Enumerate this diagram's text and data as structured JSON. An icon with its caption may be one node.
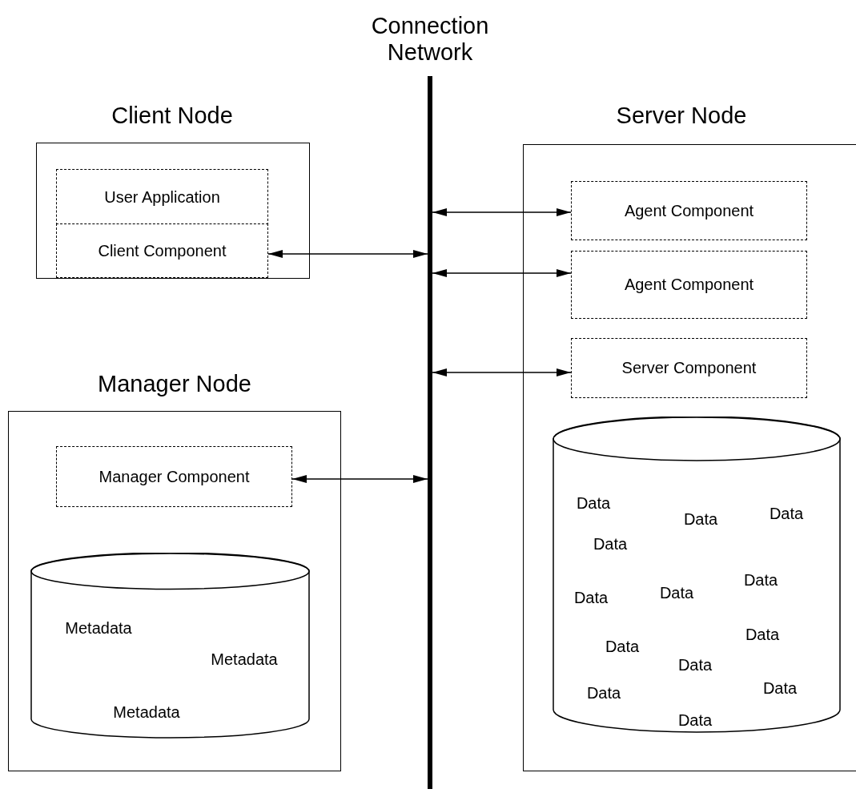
{
  "diagram": {
    "nodes": [
      {
        "text": [
          "Connection Network"
        ]
      },
      {
        "text": [
          "Client Node"
        ]
      },
      {
        "text": [
          "User Application"
        ],
        "in": 1
      },
      {
        "text": [
          "Client Component"
        ],
        "in": 1
      },
      {
        "text": [
          "Manager Node"
        ]
      },
      {
        "text": [
          "Manager Component"
        ],
        "in": 4
      },
      {
        "text": [
          "Metadata",
          "Metadata",
          "Metadata"
        ],
        "in": 4
      },
      {
        "text": [
          "Server Node"
        ]
      },
      {
        "text": [
          "Agent Component"
        ],
        "in": 7
      },
      {
        "text": [
          "Agent Component"
        ],
        "in": 7
      },
      {
        "text": [
          "Server Component"
        ],
        "in": 7
      },
      {
        "text": [
          "Data",
          "Data",
          "Data",
          "Data",
          "Data",
          "Data",
          "Data",
          "Data",
          "Data",
          "Data",
          "Data",
          "Data",
          "Data"
        ],
        "in": 7
      }
    ],
    "edges": [
      {
        "from": 3,
        "to": 0,
        "arrow": "both"
      },
      {
        "from": 5,
        "to": 0,
        "arrow": "both"
      },
      {
        "from": 8,
        "to": 0,
        "arrow": "both"
      },
      {
        "from": 9,
        "to": 0,
        "arrow": "both"
      },
      {
        "from": 10,
        "to": 0,
        "arrow": "both"
      }
    ]
  }
}
